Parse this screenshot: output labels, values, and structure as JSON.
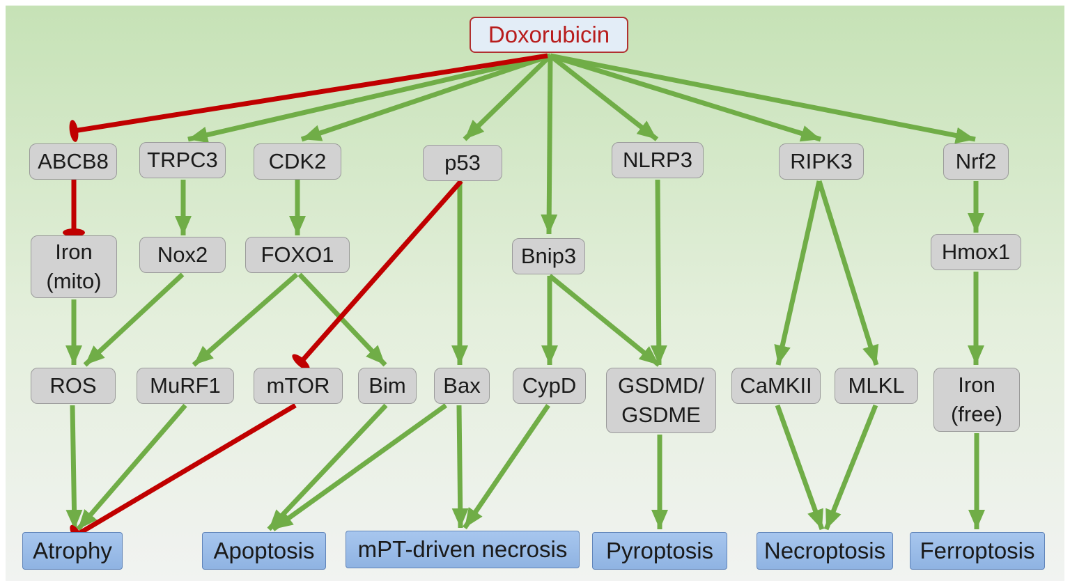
{
  "colors": {
    "activation": "#70ad47",
    "inhibition": "#c00000",
    "drug_text": "#b81c1c",
    "node_fill": "#d2d2d2",
    "outcome_fill": "#9bbde8"
  },
  "nodes": {
    "doxorubicin": "Doxorubicin",
    "abcb8": "ABCB8",
    "trpc3": "TRPC3",
    "cdk2": "CDK2",
    "p53": "p53",
    "nlrp3": "NLRP3",
    "ripk3": "RIPK3",
    "nrf2": "Nrf2",
    "iron_mito": "Iron\n(mito)",
    "nox2": "Nox2",
    "foxo1": "FOXO1",
    "bnip3": "Bnip3",
    "hmox1": "Hmox1",
    "ros": "ROS",
    "murf1": "MuRF1",
    "mtor": "mTOR",
    "bim": "Bim",
    "bax": "Bax",
    "cypd": "CypD",
    "gsdmd": "GSDMD/\nGSDME",
    "camkii": "CaMKII",
    "mlkl": "MLKL",
    "iron_free": "Iron\n(free)",
    "atrophy": "Atrophy",
    "apoptosis": "Apoptosis",
    "mpt_necrosis": "mPT-driven necrosis",
    "pyroptosis": "Pyroptosis",
    "necroptosis": "Necroptosis",
    "ferroptosis": "Ferroptosis"
  }
}
